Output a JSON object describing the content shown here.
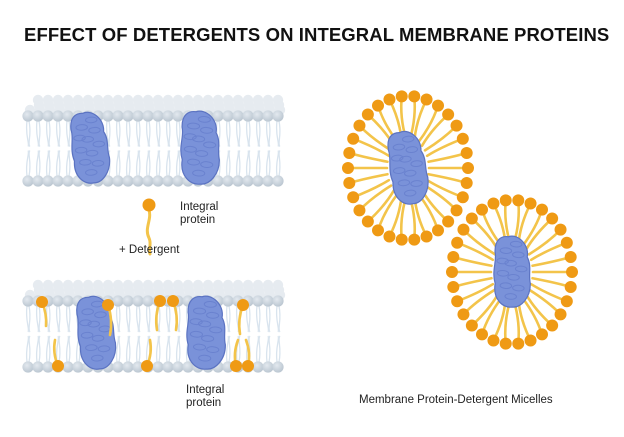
{
  "title": "EFFECT OF DETERGENTS ON INTEGRAL MEMBRANE PROTEINS",
  "labels": {
    "integral_protein_top_line1": "Integral",
    "integral_protein_top_line2": "protein",
    "detergent": "+ Detergent",
    "integral_protein_bottom_line1": "Integral",
    "integral_protein_bottom_line2": "protein",
    "micelles": "Membrane Protein-Detergent Micelles"
  },
  "colors": {
    "lipid_head": "#c9d3dc",
    "lipid_head_dark": "#b3bfca",
    "lipid_tail": "#d9e4ee",
    "protein_fill": "#7a92d9",
    "protein_edge": "#5b73c2",
    "detergent_head": "#ef9a14",
    "detergent_tail": "#f3c44a",
    "text": "#222222"
  }
}
